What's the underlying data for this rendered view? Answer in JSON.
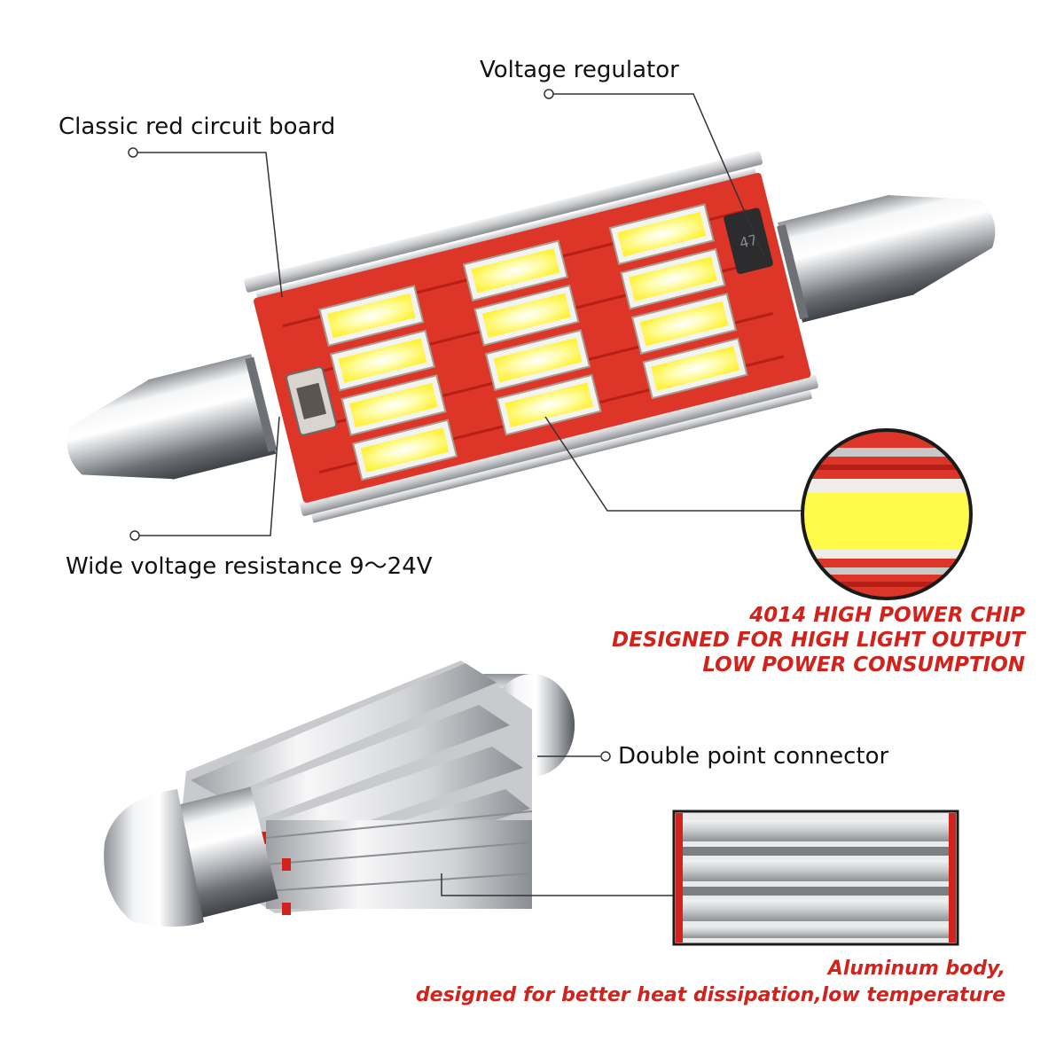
{
  "labels": {
    "voltage_regulator": "Voltage regulator",
    "classic_board": "Classic red circuit board",
    "wide_voltage": "Wide voltage resistance 9～24V",
    "double_point": "Double point connector"
  },
  "chip_text": {
    "line1": "4014 HIGH POWER CHIP",
    "line2": "DESIGNED FOR HIGH LIGHT OUTPUT",
    "line3": "LOW POWER CONSUMPTION"
  },
  "body_text": {
    "line1": "Aluminum body,",
    "line2": "designed for better heat dissipation,low temperature"
  },
  "regulator_marking": "47",
  "colors": {
    "accent_red": "#d2221c",
    "board_red": "#dd3527",
    "led_yellow": "#fff94a",
    "metal": "#c9cacd"
  }
}
